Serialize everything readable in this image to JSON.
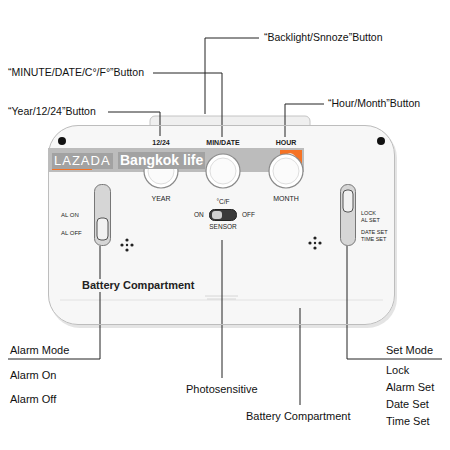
{
  "diagram": {
    "nodes": [
      {
        "text": [
          "Battery Compartment"
        ]
      },
      {
        "text": [
          "12/24",
          "YEAR"
        ],
        "in": 0
      },
      {
        "text": [
          "MIN/DATE"
        ],
        "in": 0
      },
      {
        "text": [
          "HOUR",
          "MONTH"
        ],
        "in": 0
      },
      {
        "text": [
          "AL ON",
          "AL OFF"
        ],
        "in": 0
      },
      {
        "text": [
          "°C/F",
          "ON",
          "OFF",
          "SENSOR"
        ],
        "in": 0
      },
      {
        "text": [
          "LOCK",
          "AL SET",
          "DATE SET",
          "TIME SET"
        ],
        "in": 0
      }
    ],
    "labels": [
      "“Backlight/Snnoze”Button",
      "“MINUTE/DATE/C°/F°”Button",
      "“Year/12/24”Button",
      "“Hour/Month”Button",
      "LAZADA",
      "Bangkok life",
      "Alarm Mode",
      "Set Mode",
      "Lock",
      "Alarm On",
      "Alarm Set",
      "Photosensitive",
      "Alarm Off",
      "Date Set",
      "Time Set",
      "Battery Compartment"
    ]
  }
}
